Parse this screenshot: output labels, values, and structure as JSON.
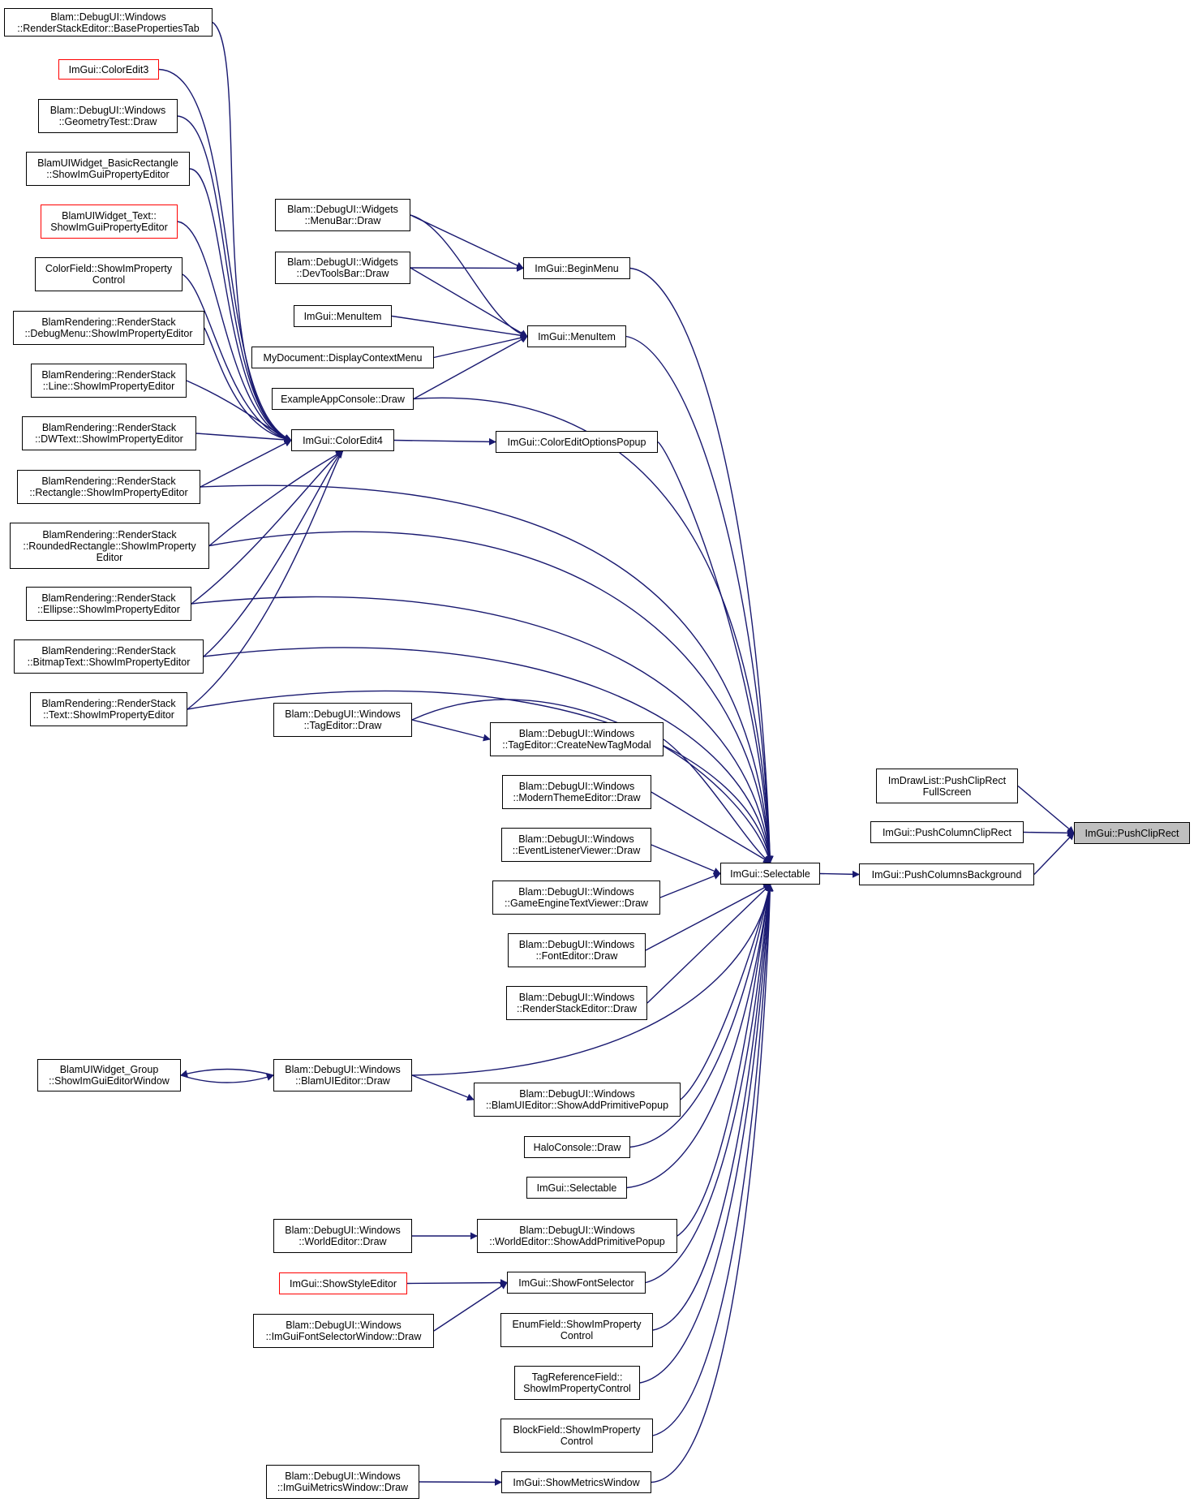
{
  "colors": {
    "edge": "#191970",
    "node_border": "#000000",
    "undocumented_border": "#ff0000",
    "focus_fill": "#bfbfbf"
  },
  "nodes": [
    {
      "id": "pcr",
      "lines": [
        "ImGui::PushClipRect"
      ],
      "focus": true
    },
    {
      "id": "pcrfs",
      "lines": [
        "ImDrawList::PushClipRect",
        "FullScreen"
      ]
    },
    {
      "id": "pccr",
      "lines": [
        "ImGui::PushColumnClipRect"
      ]
    },
    {
      "id": "pcb",
      "lines": [
        "ImGui::PushColumnsBackground"
      ]
    },
    {
      "id": "sel",
      "lines": [
        "ImGui::Selectable"
      ]
    },
    {
      "id": "rse_bpt",
      "lines": [
        "Blam::DebugUI::Windows",
        "::RenderStackEditor::BasePropertiesTab"
      ]
    },
    {
      "id": "ce3",
      "lines": [
        "ImGui::ColorEdit3"
      ],
      "red": true
    },
    {
      "id": "geo",
      "lines": [
        "Blam::DebugUI::Windows",
        "::GeometryTest::Draw"
      ]
    },
    {
      "id": "bw_rect",
      "lines": [
        "BlamUIWidget_BasicRectangle",
        "::ShowImGuiPropertyEditor"
      ]
    },
    {
      "id": "bw_text",
      "lines": [
        "BlamUIWidget_Text::",
        "ShowImGuiPropertyEditor"
      ],
      "red": true
    },
    {
      "id": "cf",
      "lines": [
        "ColorField::ShowImProperty",
        "Control"
      ]
    },
    {
      "id": "rs_dm",
      "lines": [
        "BlamRendering::RenderStack",
        "::DebugMenu::ShowImPropertyEditor"
      ]
    },
    {
      "id": "rs_line",
      "lines": [
        "BlamRendering::RenderStack",
        "::Line::ShowImPropertyEditor"
      ]
    },
    {
      "id": "rs_dw",
      "lines": [
        "BlamRendering::RenderStack",
        "::DWText::ShowImPropertyEditor"
      ]
    },
    {
      "id": "rs_rect",
      "lines": [
        "BlamRendering::RenderStack",
        "::Rectangle::ShowImPropertyEditor"
      ]
    },
    {
      "id": "rs_rr",
      "lines": [
        "BlamRendering::RenderStack",
        "::RoundedRectangle::ShowImProperty",
        "Editor"
      ]
    },
    {
      "id": "rs_ell",
      "lines": [
        "BlamRendering::RenderStack",
        "::Ellipse::ShowImPropertyEditor"
      ]
    },
    {
      "id": "rs_bmp",
      "lines": [
        "BlamRendering::RenderStack",
        "::BitmapText::ShowImPropertyEditor"
      ]
    },
    {
      "id": "rs_txt",
      "lines": [
        "BlamRendering::RenderStack",
        "::Text::ShowImPropertyEditor"
      ]
    },
    {
      "id": "mb",
      "lines": [
        "Blam::DebugUI::Widgets",
        "::MenuBar::Draw"
      ]
    },
    {
      "id": "dtb",
      "lines": [
        "Blam::DebugUI::Widgets",
        "::DevToolsBar::Draw"
      ]
    },
    {
      "id": "mi_l",
      "lines": [
        "ImGui::MenuItem"
      ]
    },
    {
      "id": "mydoc",
      "lines": [
        "MyDocument::DisplayContextMenu"
      ]
    },
    {
      "id": "eac",
      "lines": [
        "ExampleAppConsole::Draw"
      ]
    },
    {
      "id": "ce4",
      "lines": [
        "ImGui::ColorEdit4"
      ]
    },
    {
      "id": "bm",
      "lines": [
        "ImGui::BeginMenu"
      ]
    },
    {
      "id": "mi",
      "lines": [
        "ImGui::MenuItem"
      ]
    },
    {
      "id": "ceop",
      "lines": [
        "ImGui::ColorEditOptionsPopup"
      ]
    },
    {
      "id": "te",
      "lines": [
        "Blam::DebugUI::Windows",
        "::TagEditor::Draw"
      ]
    },
    {
      "id": "te_cnt",
      "lines": [
        "Blam::DebugUI::Windows",
        "::TagEditor::CreateNewTagModal"
      ]
    },
    {
      "id": "mte",
      "lines": [
        "Blam::DebugUI::Windows",
        "::ModernThemeEditor::Draw"
      ]
    },
    {
      "id": "elv",
      "lines": [
        "Blam::DebugUI::Windows",
        "::EventListenerViewer::Draw"
      ]
    },
    {
      "id": "getv",
      "lines": [
        "Blam::DebugUI::Windows",
        "::GameEngineTextViewer::Draw"
      ]
    },
    {
      "id": "fe",
      "lines": [
        "Blam::DebugUI::Windows",
        "::FontEditor::Draw"
      ]
    },
    {
      "id": "rse",
      "lines": [
        "Blam::DebugUI::Windows",
        "::RenderStackEditor::Draw"
      ]
    },
    {
      "id": "bwg",
      "lines": [
        "BlamUIWidget_Group",
        "::ShowImGuiEditorWindow"
      ]
    },
    {
      "id": "bue",
      "lines": [
        "Blam::DebugUI::Windows",
        "::BlamUIEditor::Draw"
      ]
    },
    {
      "id": "bue_sap",
      "lines": [
        "Blam::DebugUI::Windows",
        "::BlamUIEditor::ShowAddPrimitivePopup"
      ]
    },
    {
      "id": "halo",
      "lines": [
        "HaloConsole::Draw"
      ]
    },
    {
      "id": "sel2",
      "lines": [
        "ImGui::Selectable"
      ]
    },
    {
      "id": "we",
      "lines": [
        "Blam::DebugUI::Windows",
        "::WorldEditor::Draw"
      ]
    },
    {
      "id": "we_sap",
      "lines": [
        "Blam::DebugUI::Windows",
        "::WorldEditor::ShowAddPrimitivePopup"
      ]
    },
    {
      "id": "sse",
      "lines": [
        "ImGui::ShowStyleEditor"
      ],
      "red": true
    },
    {
      "id": "sfs",
      "lines": [
        "ImGui::ShowFontSelector"
      ]
    },
    {
      "id": "ifsw",
      "lines": [
        "Blam::DebugUI::Windows",
        "::ImGuiFontSelectorWindow::Draw"
      ]
    },
    {
      "id": "ef",
      "lines": [
        "EnumField::ShowImProperty",
        "Control"
      ]
    },
    {
      "id": "trf",
      "lines": [
        "TagReferenceField::",
        "ShowImPropertyControl"
      ]
    },
    {
      "id": "bf",
      "lines": [
        "BlockField::ShowImProperty",
        "Control"
      ]
    },
    {
      "id": "imw",
      "lines": [
        "Blam::DebugUI::Windows",
        "::ImGuiMetricsWindow::Draw"
      ]
    },
    {
      "id": "smw",
      "lines": [
        "ImGui::ShowMetricsWindow"
      ]
    }
  ]
}
